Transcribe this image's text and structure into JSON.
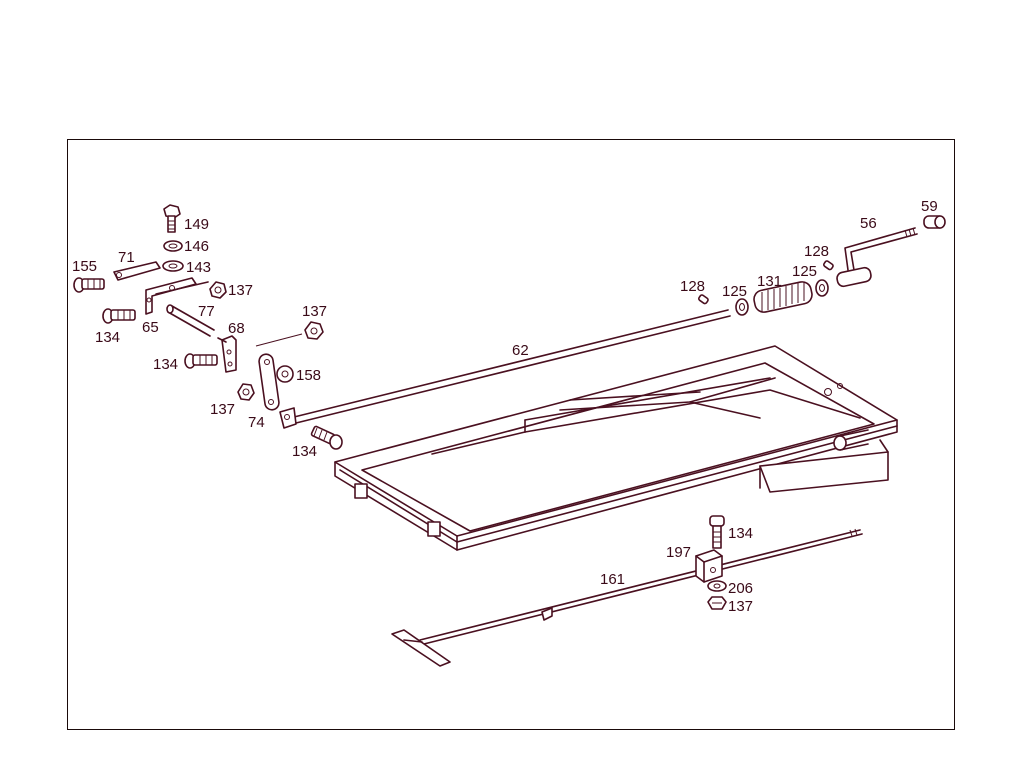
{
  "labels": {
    "l149": "149",
    "l146": "146",
    "l143": "143",
    "l71": "71",
    "l155": "155",
    "l137a": "137",
    "l65": "65",
    "l77": "77",
    "l134a": "134",
    "l68": "68",
    "l137b": "137",
    "l134b": "134",
    "l158": "158",
    "l137c": "137",
    "l74": "74",
    "l134c": "134",
    "l62": "62",
    "l128a": "128",
    "l125a": "125",
    "l131": "131",
    "l125b": "125",
    "l128b": "128",
    "l56": "56",
    "l59": "59",
    "l134d": "134",
    "l197": "197",
    "l161": "161",
    "l206": "206",
    "l137d": "137"
  },
  "colors": {
    "line": "#4a1020",
    "text": "#3a0a18",
    "frame": "#1a0a0a"
  }
}
